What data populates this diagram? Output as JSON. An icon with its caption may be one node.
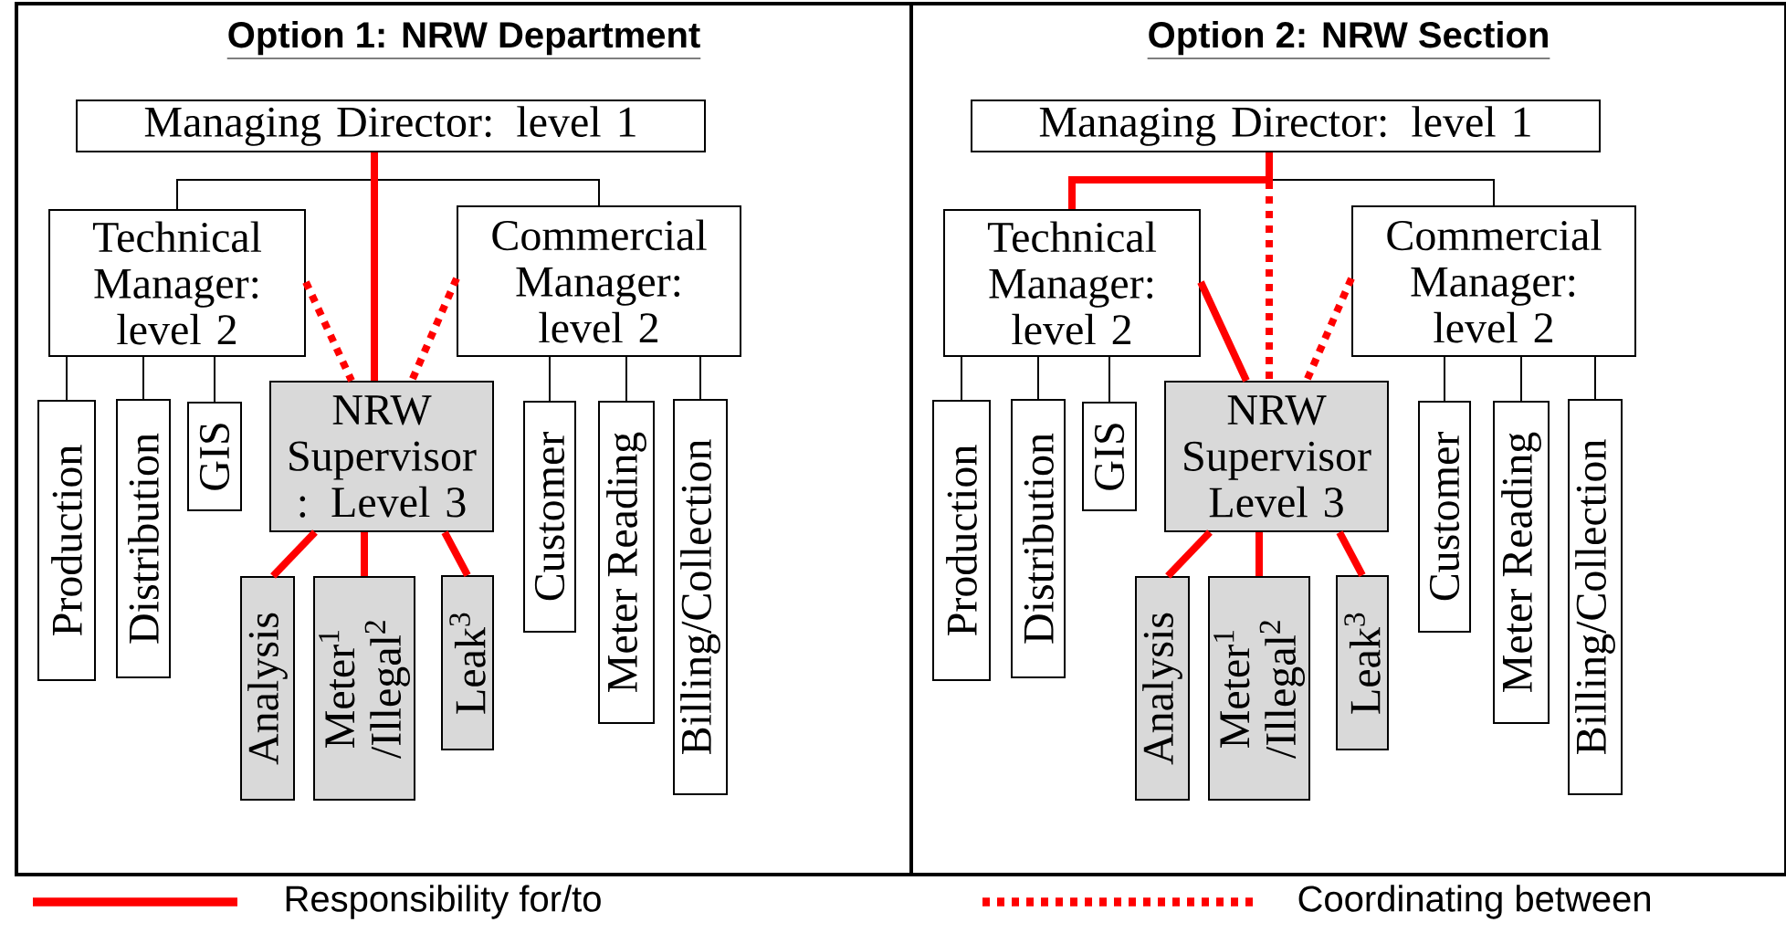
{
  "diagram": {
    "nodes": [
      {
        "text": [
          "Option 1: NRW Department"
        ]
      },
      {
        "text": [
          "Managing Director: level 1"
        ],
        "in": 0
      },
      {
        "text": [
          "Technical Manager: level 2"
        ],
        "in": 0
      },
      {
        "text": [
          "Commercial Manager: level 2"
        ],
        "in": 0
      },
      {
        "text": [
          "Production"
        ],
        "in": 0
      },
      {
        "text": [
          "Distribution"
        ],
        "in": 0
      },
      {
        "text": [
          "GIS"
        ],
        "in": 0
      },
      {
        "text": [
          "NRW Supervisor : Level 3"
        ],
        "in": 0
      },
      {
        "text": [
          "Customer"
        ],
        "in": 0
      },
      {
        "text": [
          "Meter Reading"
        ],
        "in": 0
      },
      {
        "text": [
          "Billing/Collection"
        ],
        "in": 0
      },
      {
        "text": [
          "Analysis"
        ],
        "in": 0
      },
      {
        "text": [
          "Meter$^{1}$ /Illegal$^{2}$"
        ],
        "in": 0
      },
      {
        "text": [
          "Leak$^{3}$"
        ],
        "in": 0
      },
      {
        "text": [
          "Option 2: NRW Section"
        ]
      },
      {
        "text": [
          "Managing Director: level 1"
        ],
        "in": 14
      },
      {
        "text": [
          "Technical Manager: level 2"
        ],
        "in": 14
      },
      {
        "text": [
          "Commercial Manager: level 2"
        ],
        "in": 14
      },
      {
        "text": [
          "Production"
        ],
        "in": 14
      },
      {
        "text": [
          "Distribution"
        ],
        "in": 14
      },
      {
        "text": [
          "GIS"
        ],
        "in": 14
      },
      {
        "text": [
          "NRW Supervisor Level 3"
        ],
        "in": 14
      },
      {
        "text": [
          "Customer"
        ],
        "in": 14
      },
      {
        "text": [
          "Meter Reading"
        ],
        "in": 14
      },
      {
        "text": [
          "Billing/Collection"
        ],
        "in": 14
      },
      {
        "text": [
          "Analysis"
        ],
        "in": 14
      },
      {
        "text": [
          "Meter$^{1}$ /Illegal$^{2}$"
        ],
        "in": 14
      },
      {
        "text": [
          "Leak$^{3}$"
        ],
        "in": 14
      }
    ],
    "edges": [
      {
        "from": 1,
        "to": 2,
        "arrow": "none"
      },
      {
        "from": 1,
        "to": 3,
        "arrow": "none"
      },
      {
        "from": 1,
        "to": 7,
        "arrow": "none",
        "style": "thick",
        "color": "#ff0000"
      },
      {
        "from": 2,
        "to": 7,
        "arrow": "none",
        "style": "dashed",
        "color": "#ff0000"
      },
      {
        "from": 3,
        "to": 7,
        "arrow": "none",
        "style": "dashed",
        "color": "#ff0000"
      },
      {
        "from": 2,
        "to": 4,
        "arrow": "none"
      },
      {
        "from": 2,
        "to": 5,
        "arrow": "none"
      },
      {
        "from": 2,
        "to": 6,
        "arrow": "none"
      },
      {
        "from": 3,
        "to": 8,
        "arrow": "none"
      },
      {
        "from": 3,
        "to": 9,
        "arrow": "none"
      },
      {
        "from": 3,
        "to": 10,
        "arrow": "none"
      },
      {
        "from": 7,
        "to": 11,
        "arrow": "none",
        "style": "thick",
        "color": "#ff0000"
      },
      {
        "from": 7,
        "to": 12,
        "arrow": "none",
        "style": "thick",
        "color": "#ff0000"
      },
      {
        "from": 7,
        "to": 13,
        "arrow": "none",
        "style": "thick",
        "color": "#ff0000"
      },
      {
        "from": 15,
        "to": 16,
        "arrow": "none",
        "style": "thick",
        "color": "#ff0000"
      },
      {
        "from": 15,
        "to": 17,
        "arrow": "none"
      },
      {
        "from": 15,
        "to": 21,
        "arrow": "none",
        "style": "dashed",
        "color": "#ff0000"
      },
      {
        "from": 16,
        "to": 21,
        "arrow": "none",
        "style": "thick",
        "color": "#ff0000"
      },
      {
        "from": 17,
        "to": 21,
        "arrow": "none",
        "style": "dashed",
        "color": "#ff0000"
      },
      {
        "from": 16,
        "to": 18,
        "arrow": "none"
      },
      {
        "from": 16,
        "to": 19,
        "arrow": "none"
      },
      {
        "from": 16,
        "to": 20,
        "arrow": "none"
      },
      {
        "from": 17,
        "to": 22,
        "arrow": "none"
      },
      {
        "from": 17,
        "to": 23,
        "arrow": "none"
      },
      {
        "from": 17,
        "to": 24,
        "arrow": "none"
      },
      {
        "from": 21,
        "to": 25,
        "arrow": "none",
        "style": "thick",
        "color": "#ff0000"
      },
      {
        "from": 21,
        "to": 26,
        "arrow": "none",
        "style": "thick",
        "color": "#ff0000"
      },
      {
        "from": 21,
        "to": 27,
        "arrow": "none",
        "style": "thick",
        "color": "#ff0000"
      }
    ],
    "legend": [
      {
        "text": "Responsibility for/to"
      },
      {
        "text": "Coordinating between"
      }
    ]
  }
}
